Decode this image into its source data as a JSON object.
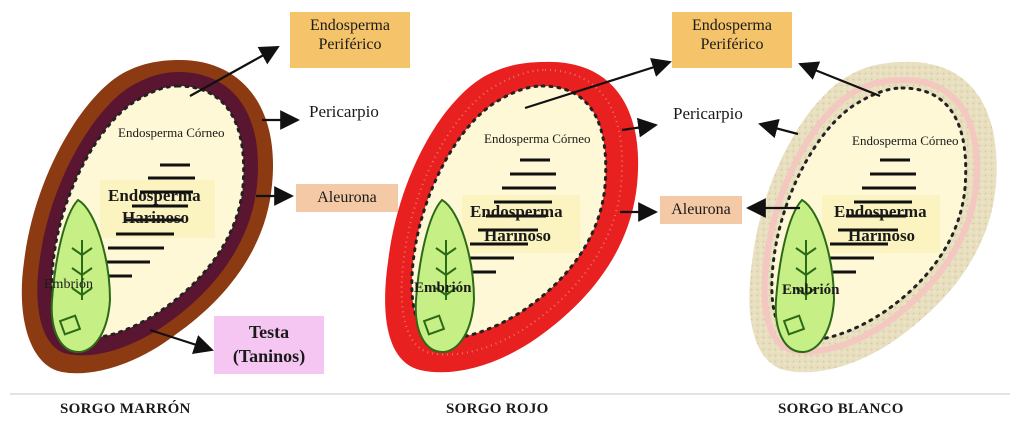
{
  "labels": {
    "endosperma_periferico": "Endosperma Periférico",
    "pericarpio": "Pericarpio",
    "aleurona": "Aleurona",
    "endosperma_corneo": "Endosperma Córneo",
    "endosperma_harinoso_line1": "Endosperma",
    "endosperma_harinoso_line2": "Harinoso",
    "embrion": "Embrión",
    "testa_line1": "Testa",
    "testa_line2": "(Taninos)"
  },
  "captions": {
    "marron": "SORGO MARRÓN",
    "rojo": "SORGO ROJO",
    "blanco": "SORGO BLANCO"
  },
  "colors": {
    "box_orange": "#f5c46a",
    "box_peach": "#f4c9a5",
    "box_pink": "#f6c6f3",
    "pericarp_brown": "#8b3a12",
    "testa_purple": "#5a1530",
    "pericarp_red": "#e82020",
    "pericarp_white": "#efe9cf",
    "endosperm_cream": "#fff8d6",
    "floury_yellow": "#fbf4c0",
    "embryo_green": "#c6ef86",
    "seam_gray": "#c8c8c8"
  }
}
